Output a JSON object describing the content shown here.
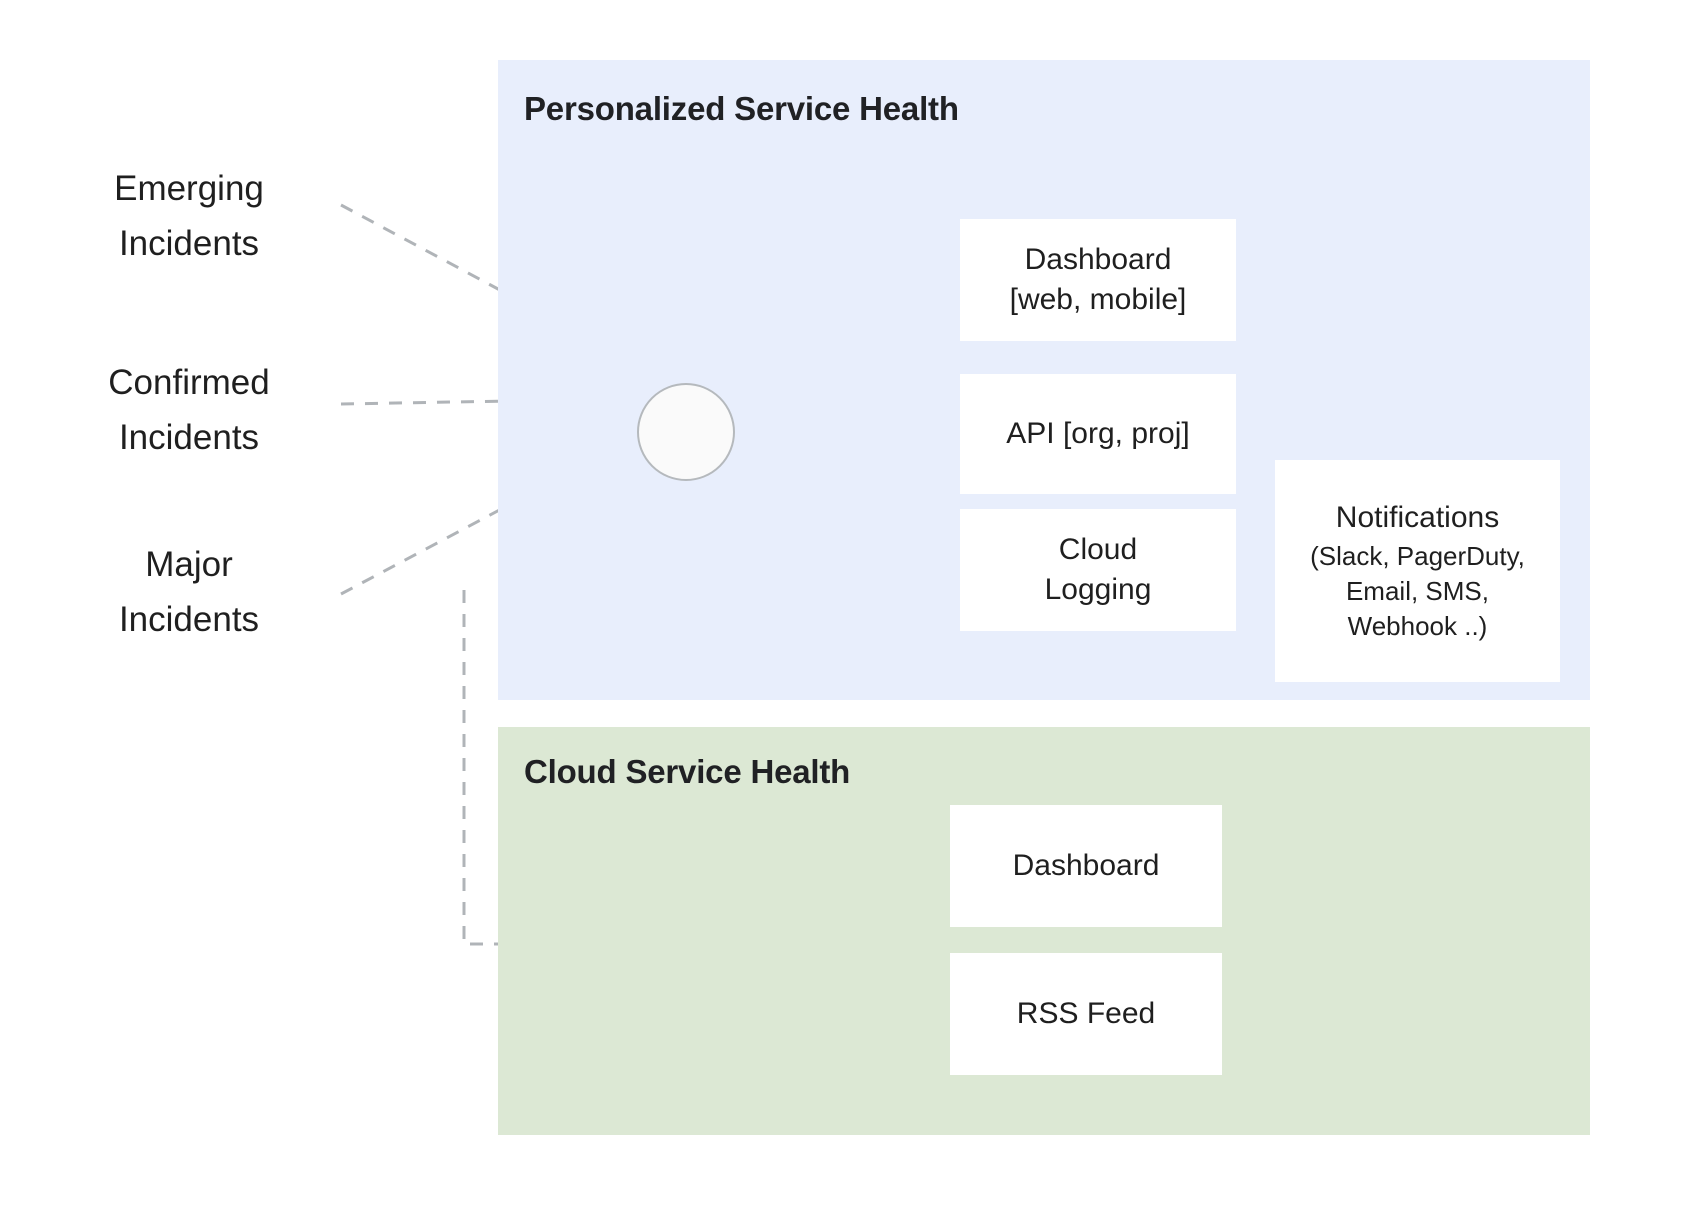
{
  "diagram": {
    "title_personalized": "Personalized Service Health",
    "title_cloud": "Cloud Service Health",
    "colors": {
      "personalized_panel": "#e8eefc",
      "cloud_panel": "#dce8d4",
      "box_fill": "#ffffff",
      "solid_arrow": "#5f6368",
      "dashed_arrow": "#b0b4b8",
      "text": "#1f1f1f"
    }
  },
  "sources": [
    {
      "label": "Emerging\nIncidents"
    },
    {
      "label": "Confirmed\nIncidents"
    },
    {
      "label": "Major\nIncidents"
    }
  ],
  "hub": {
    "name": "service-health-hub"
  },
  "personalized_outputs": [
    {
      "label": "Dashboard\n[web, mobile]"
    },
    {
      "label": "API [org, proj]"
    },
    {
      "label": "Cloud\nLogging"
    }
  ],
  "notifications": {
    "title": "Notifications",
    "channels": "(Slack, PagerDuty,\nEmail, SMS,\nWebhook ..)"
  },
  "cloud_outputs": [
    {
      "label": "Dashboard"
    },
    {
      "label": "RSS Feed"
    }
  ]
}
